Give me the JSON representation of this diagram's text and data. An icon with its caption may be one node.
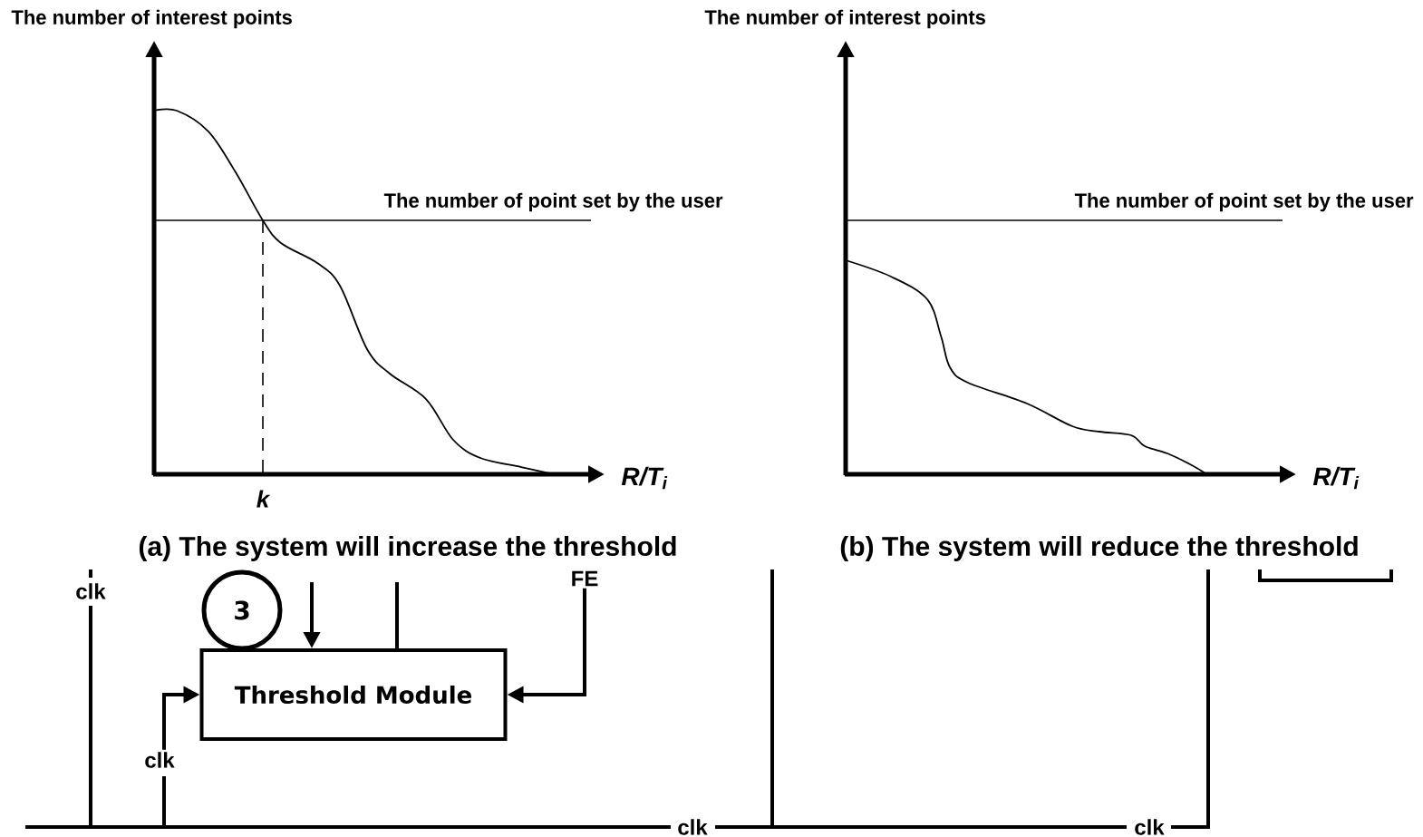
{
  "diagram": {
    "nodes": [
      {
        "text": [
          "Threshold Module"
        ]
      },
      {
        "text": [
          "3"
        ]
      },
      {
        "text": [
          "FE"
        ]
      },
      {
        "text": [
          "clk"
        ]
      }
    ],
    "edges": [
      {
        "from": null,
        "to": 0,
        "arrow": "to"
      },
      {
        "from": null,
        "to": 0,
        "arrow": "none"
      },
      {
        "from": 2,
        "to": 0,
        "arrow": "to"
      },
      {
        "from": 3,
        "to": 0,
        "arrow": "to"
      }
    ],
    "labels": [
      "The number of interest points",
      "The number of point set by the user",
      "k",
      "R/T$_{i}$",
      "The number of interest points",
      "The number of point set by the user",
      "R/T$_{i}$",
      "(a) The system will increase the threshold",
      "(b) The system will reduce the threshold",
      "clk",
      "clk",
      "clk"
    ]
  }
}
